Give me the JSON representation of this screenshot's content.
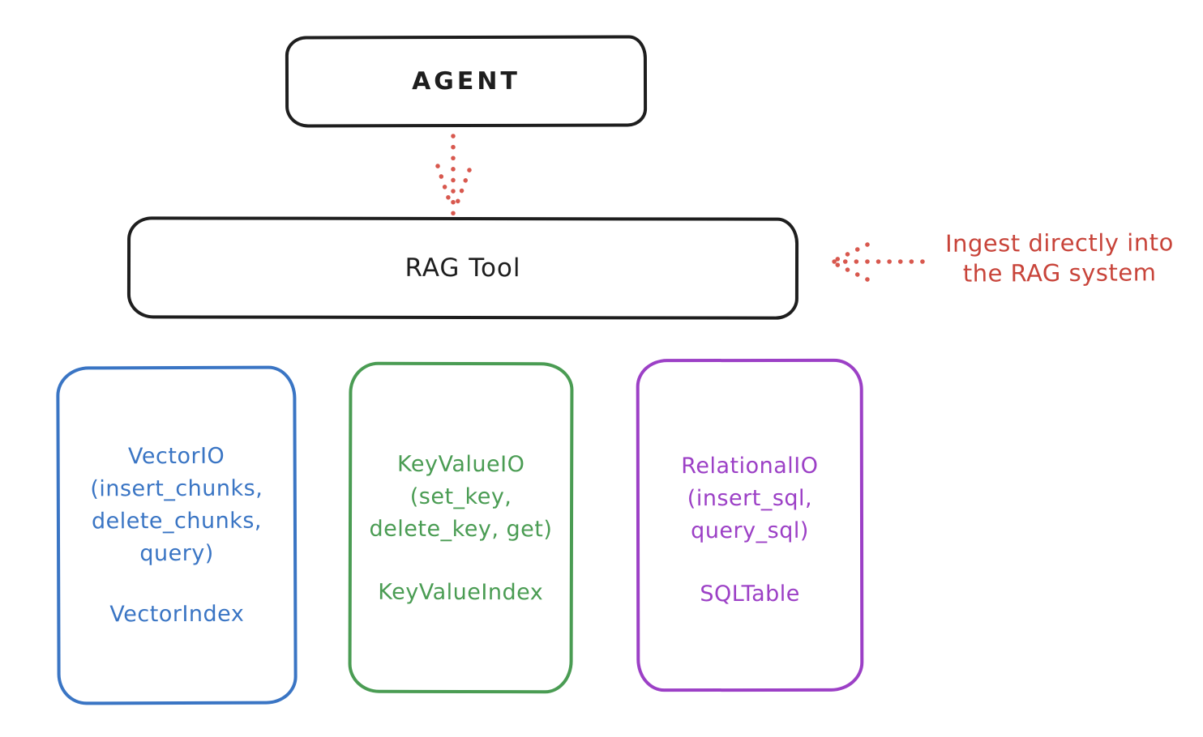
{
  "agent_box": {
    "label": "AGENT",
    "border_color": "#1e1e1e"
  },
  "rag_tool_box": {
    "label": "RAG Tool",
    "border_color": "#1e1e1e"
  },
  "ingest_annotation": {
    "line1": "Ingest directly into",
    "line2": "the RAG system",
    "color": "#c8443a"
  },
  "arrows": {
    "color": "#d8584e",
    "agent_to_rag": "dotted arrow from AGENT down to RAG Tool",
    "annotation_to_rag": "dotted arrow from annotation left to RAG Tool"
  },
  "backend_cards": [
    {
      "title_lines": [
        "VectorIO",
        "(insert_chunks,",
        "delete_chunks,",
        "query)"
      ],
      "index_label": "VectorIndex",
      "color": "#3a75c4"
    },
    {
      "title_lines": [
        "KeyValueIO",
        "(set_key,",
        "delete_key, get)"
      ],
      "index_label": "KeyValueIndex",
      "color": "#4a9c53"
    },
    {
      "title_lines": [
        "RelationalIO",
        "(insert_sql,",
        "query_sql)"
      ],
      "index_label": "SQLTable",
      "color": "#9c40c6"
    }
  ]
}
